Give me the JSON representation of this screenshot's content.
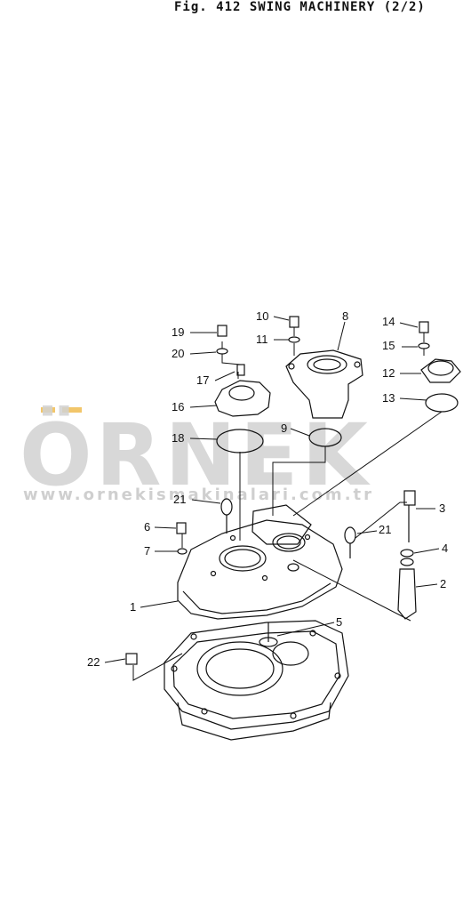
{
  "header": {
    "title": "Fig. 412   SWING MACHINERY (2/2)"
  },
  "watermark": {
    "brand": "ÖRNEK",
    "url": "www.ornekismakinalari.com.tr"
  },
  "colors": {
    "ink": "#111111",
    "watermark": "#d2d2d2",
    "accent": "#f2c66a"
  },
  "parts": [
    {
      "id": "p1",
      "label": "1"
    },
    {
      "id": "p2",
      "label": "2"
    },
    {
      "id": "p3",
      "label": "3"
    },
    {
      "id": "p4",
      "label": "4"
    },
    {
      "id": "p5",
      "label": "5"
    },
    {
      "id": "p6",
      "label": "6"
    },
    {
      "id": "p7",
      "label": "7"
    },
    {
      "id": "p8",
      "label": "8"
    },
    {
      "id": "p9",
      "label": "9"
    },
    {
      "id": "p10",
      "label": "10"
    },
    {
      "id": "p11",
      "label": "11"
    },
    {
      "id": "p12",
      "label": "12"
    },
    {
      "id": "p13",
      "label": "13"
    },
    {
      "id": "p14",
      "label": "14"
    },
    {
      "id": "p15",
      "label": "15"
    },
    {
      "id": "p16",
      "label": "16"
    },
    {
      "id": "p17",
      "label": "17"
    },
    {
      "id": "p18",
      "label": "18"
    },
    {
      "id": "p19",
      "label": "19"
    },
    {
      "id": "p20",
      "label": "20"
    },
    {
      "id": "p21a",
      "label": "21"
    },
    {
      "id": "p21b",
      "label": "21"
    },
    {
      "id": "p22",
      "label": "22"
    }
  ]
}
